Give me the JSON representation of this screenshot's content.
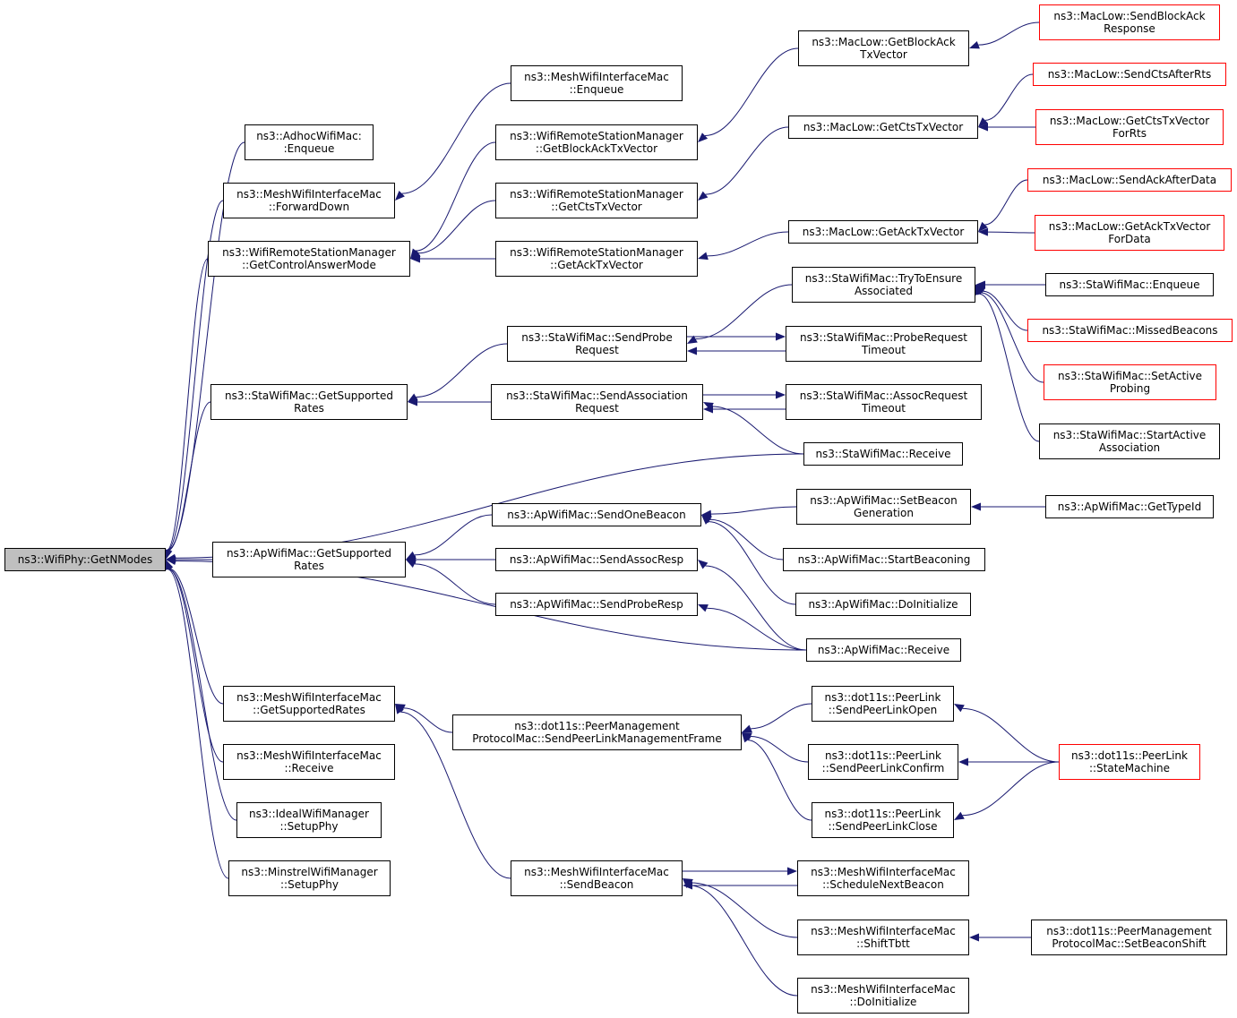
{
  "colors": {
    "edge": "#191970",
    "box_border": "#000000",
    "truncated_border": "#ff0000",
    "root_fill": "#bfbfbf"
  },
  "nodes": {
    "root": {
      "l1": "ns3::WifiPhy::GetNModes",
      "l2": ""
    },
    "adhoc_enqueue": {
      "l1": "ns3::AdhocWifiMac:",
      "l2": ":Enqueue"
    },
    "mesh_forwarddown": {
      "l1": "ns3::MeshWifiInterfaceMac",
      "l2": "::ForwardDown"
    },
    "wrsm_getcontrolanswermode": {
      "l1": "ns3::WifiRemoteStationManager",
      "l2": "::GetControlAnswerMode"
    },
    "sta_getsupportedrates": {
      "l1": "ns3::StaWifiMac::GetSupported",
      "l2": "Rates"
    },
    "ap_getsupportedrates": {
      "l1": "ns3::ApWifiMac::GetSupported",
      "l2": "Rates"
    },
    "mesh_getsupportedrates": {
      "l1": "ns3::MeshWifiInterfaceMac",
      "l2": "::GetSupportedRates"
    },
    "mesh_receive": {
      "l1": "ns3::MeshWifiInterfaceMac",
      "l2": "::Receive"
    },
    "ideal_setupphy": {
      "l1": "ns3::IdealWifiManager",
      "l2": "::SetupPhy"
    },
    "minstrel_setupphy": {
      "l1": "ns3::MinstrelWifiManager",
      "l2": "::SetupPhy"
    },
    "mesh_enqueue": {
      "l1": "ns3::MeshWifiInterfaceMac",
      "l2": "::Enqueue"
    },
    "wrsm_getblockacktxvector": {
      "l1": "ns3::WifiRemoteStationManager",
      "l2": "::GetBlockAckTxVector"
    },
    "wrsm_getctstxvector": {
      "l1": "ns3::WifiRemoteStationManager",
      "l2": "::GetCtsTxVector"
    },
    "wrsm_getacktxvector": {
      "l1": "ns3::WifiRemoteStationManager",
      "l2": "::GetAckTxVector"
    },
    "sta_sendproberequest": {
      "l1": "ns3::StaWifiMac::SendProbe",
      "l2": "Request"
    },
    "sta_sendassociationrequest": {
      "l1": "ns3::StaWifiMac::SendAssociation",
      "l2": "Request"
    },
    "ap_sendonebeacon": {
      "l1": "ns3::ApWifiMac::SendOneBeacon",
      "l2": ""
    },
    "ap_sendassocresp": {
      "l1": "ns3::ApWifiMac::SendAssocResp",
      "l2": ""
    },
    "ap_sendproberesp": {
      "l1": "ns3::ApWifiMac::SendProbeResp",
      "l2": ""
    },
    "peermgmt_sendpeerlinkmgmtframe": {
      "l1": "ns3::dot11s::PeerManagement",
      "l2": "ProtocolMac::SendPeerLinkManagementFrame"
    },
    "mesh_sendbeacon": {
      "l1": "ns3::MeshWifiInterfaceMac",
      "l2": "::SendBeacon"
    },
    "maclow_getblockacktxvector": {
      "l1": "ns3::MacLow::GetBlockAck",
      "l2": "TxVector"
    },
    "maclow_getctstxvector": {
      "l1": "ns3::MacLow::GetCtsTxVector",
      "l2": ""
    },
    "maclow_getacktxvector": {
      "l1": "ns3::MacLow::GetAckTxVector",
      "l2": ""
    },
    "sta_trytoensureassociated": {
      "l1": "ns3::StaWifiMac::TryToEnsure",
      "l2": "Associated"
    },
    "sta_proberequesttimeout": {
      "l1": "ns3::StaWifiMac::ProbeRequest",
      "l2": "Timeout"
    },
    "sta_assocrequesttimeout": {
      "l1": "ns3::StaWifiMac::AssocRequest",
      "l2": "Timeout"
    },
    "sta_receive": {
      "l1": "ns3::StaWifiMac::Receive",
      "l2": ""
    },
    "ap_setbeacongeneration": {
      "l1": "ns3::ApWifiMac::SetBeacon",
      "l2": "Generation"
    },
    "ap_startbeaconing": {
      "l1": "ns3::ApWifiMac::StartBeaconing",
      "l2": ""
    },
    "ap_doinitialize": {
      "l1": "ns3::ApWifiMac::DoInitialize",
      "l2": ""
    },
    "ap_receive": {
      "l1": "ns3::ApWifiMac::Receive",
      "l2": ""
    },
    "peerlink_sendpeerlinkopen": {
      "l1": "ns3::dot11s::PeerLink",
      "l2": "::SendPeerLinkOpen"
    },
    "peerlink_sendpeerlinkconfirm": {
      "l1": "ns3::dot11s::PeerLink",
      "l2": "::SendPeerLinkConfirm"
    },
    "peerlink_sendpeerlinkclose": {
      "l1": "ns3::dot11s::PeerLink",
      "l2": "::SendPeerLinkClose"
    },
    "mesh_schedulenextbeacon": {
      "l1": "ns3::MeshWifiInterfaceMac",
      "l2": "::ScheduleNextBeacon"
    },
    "mesh_shifttbtt": {
      "l1": "ns3::MeshWifiInterfaceMac",
      "l2": "::ShiftTbtt"
    },
    "mesh_doinitialize": {
      "l1": "ns3::MeshWifiInterfaceMac",
      "l2": "::DoInitialize"
    },
    "maclow_sendblockackresponse": {
      "l1": "ns3::MacLow::SendBlockAck",
      "l2": "Response"
    },
    "maclow_sendctsafterrts": {
      "l1": "ns3::MacLow::SendCtsAfterRts",
      "l2": ""
    },
    "maclow_getctstxvectorforrts": {
      "l1": "ns3::MacLow::GetCtsTxVector",
      "l2": "ForRts"
    },
    "maclow_sendackafterdata": {
      "l1": "ns3::MacLow::SendAckAfterData",
      "l2": ""
    },
    "maclow_getacktxvectorfordata": {
      "l1": "ns3::MacLow::GetAckTxVector",
      "l2": "ForData"
    },
    "sta_enqueue": {
      "l1": "ns3::StaWifiMac::Enqueue",
      "l2": ""
    },
    "sta_missedbeacons": {
      "l1": "ns3::StaWifiMac::MissedBeacons",
      "l2": ""
    },
    "sta_setactiveprobing": {
      "l1": "ns3::StaWifiMac::SetActive",
      "l2": "Probing"
    },
    "sta_startactiveassociation": {
      "l1": "ns3::StaWifiMac::StartActive",
      "l2": "Association"
    },
    "ap_gettypeid": {
      "l1": "ns3::ApWifiMac::GetTypeId",
      "l2": ""
    },
    "peerlink_statemachine": {
      "l1": "ns3::dot11s::PeerLink",
      "l2": "::StateMachine"
    },
    "peermgmt_setbeaconshift": {
      "l1": "ns3::dot11s::PeerManagement",
      "l2": "ProtocolMac::SetBeaconShift"
    }
  },
  "edges": [
    [
      "adhoc_enqueue",
      "root"
    ],
    [
      "mesh_forwarddown",
      "root"
    ],
    [
      "wrsm_getcontrolanswermode",
      "root"
    ],
    [
      "sta_getsupportedrates",
      "root"
    ],
    [
      "sta_receive",
      "root"
    ],
    [
      "ap_getsupportedrates",
      "root"
    ],
    [
      "ap_receive",
      "root"
    ],
    [
      "mesh_getsupportedrates",
      "root"
    ],
    [
      "mesh_receive",
      "root"
    ],
    [
      "ideal_setupphy",
      "root"
    ],
    [
      "minstrel_setupphy",
      "root"
    ],
    [
      "mesh_enqueue",
      "mesh_forwarddown"
    ],
    [
      "wrsm_getblockacktxvector",
      "wrsm_getcontrolanswermode"
    ],
    [
      "wrsm_getctstxvector",
      "wrsm_getcontrolanswermode"
    ],
    [
      "wrsm_getacktxvector",
      "wrsm_getcontrolanswermode"
    ],
    [
      "maclow_getblockacktxvector",
      "wrsm_getblockacktxvector"
    ],
    [
      "maclow_getctstxvector",
      "wrsm_getctstxvector"
    ],
    [
      "maclow_getacktxvector",
      "wrsm_getacktxvector"
    ],
    [
      "maclow_sendblockackresponse",
      "maclow_getblockacktxvector"
    ],
    [
      "maclow_sendctsafterrts",
      "maclow_getctstxvector"
    ],
    [
      "maclow_getctstxvectorforrts",
      "maclow_getctstxvector"
    ],
    [
      "maclow_sendackafterdata",
      "maclow_getacktxvector"
    ],
    [
      "maclow_getacktxvectorfordata",
      "maclow_getacktxvector"
    ],
    [
      "sta_sendproberequest",
      "sta_getsupportedrates"
    ],
    [
      "sta_sendassociationrequest",
      "sta_getsupportedrates"
    ],
    [
      "sta_trytoensureassociated",
      "sta_sendproberequest"
    ],
    [
      "sta_proberequesttimeout",
      "sta_sendproberequest"
    ],
    [
      "sta_sendproberequest",
      "sta_proberequesttimeout"
    ],
    [
      "sta_assocrequesttimeout",
      "sta_sendassociationrequest"
    ],
    [
      "sta_sendassociationrequest",
      "sta_assocrequesttimeout"
    ],
    [
      "sta_receive",
      "sta_sendassociationrequest"
    ],
    [
      "sta_enqueue",
      "sta_trytoensureassociated"
    ],
    [
      "sta_missedbeacons",
      "sta_trytoensureassociated"
    ],
    [
      "sta_setactiveprobing",
      "sta_trytoensureassociated"
    ],
    [
      "sta_startactiveassociation",
      "sta_trytoensureassociated"
    ],
    [
      "ap_sendonebeacon",
      "ap_getsupportedrates"
    ],
    [
      "ap_sendassocresp",
      "ap_getsupportedrates"
    ],
    [
      "ap_sendproberesp",
      "ap_getsupportedrates"
    ],
    [
      "ap_setbeacongeneration",
      "ap_sendonebeacon"
    ],
    [
      "ap_startbeaconing",
      "ap_sendonebeacon"
    ],
    [
      "ap_doinitialize",
      "ap_sendonebeacon"
    ],
    [
      "ap_receive",
      "ap_sendassocresp"
    ],
    [
      "ap_receive",
      "ap_sendproberesp"
    ],
    [
      "ap_gettypeid",
      "ap_setbeacongeneration"
    ],
    [
      "peermgmt_sendpeerlinkmgmtframe",
      "mesh_getsupportedrates"
    ],
    [
      "mesh_sendbeacon",
      "mesh_getsupportedrates"
    ],
    [
      "peerlink_sendpeerlinkopen",
      "peermgmt_sendpeerlinkmgmtframe"
    ],
    [
      "peerlink_sendpeerlinkconfirm",
      "peermgmt_sendpeerlinkmgmtframe"
    ],
    [
      "peerlink_sendpeerlinkclose",
      "peermgmt_sendpeerlinkmgmtframe"
    ],
    [
      "peerlink_statemachine",
      "peerlink_sendpeerlinkopen"
    ],
    [
      "peerlink_statemachine",
      "peerlink_sendpeerlinkconfirm"
    ],
    [
      "peerlink_statemachine",
      "peerlink_sendpeerlinkclose"
    ],
    [
      "mesh_schedulenextbeacon",
      "mesh_sendbeacon"
    ],
    [
      "mesh_sendbeacon",
      "mesh_schedulenextbeacon"
    ],
    [
      "mesh_shifttbtt",
      "mesh_sendbeacon"
    ],
    [
      "mesh_doinitialize",
      "mesh_sendbeacon"
    ],
    [
      "peermgmt_setbeaconshift",
      "mesh_shifttbtt"
    ]
  ]
}
